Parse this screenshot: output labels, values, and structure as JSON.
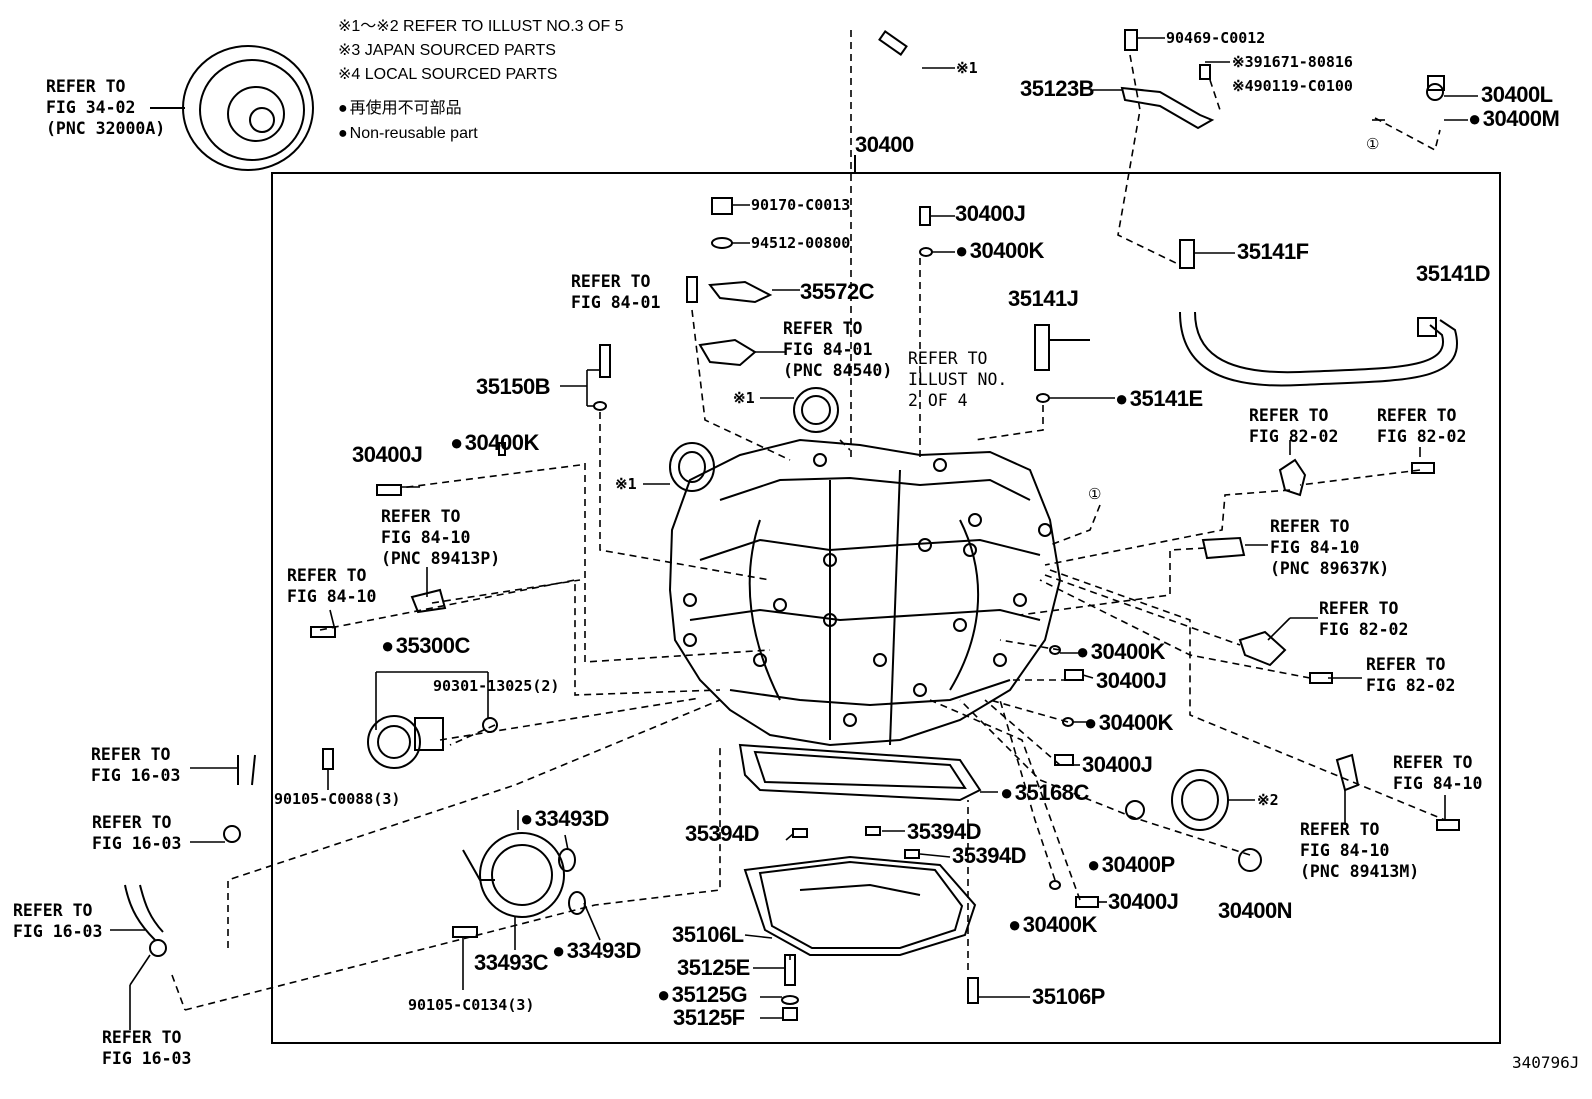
{
  "legend": {
    "line1": "※1～※2 REFER TO ILLUST NO.3 OF 5",
    "line2": "※3 JAPAN SOURCED PARTS",
    "line3": "※4 LOCAL SOURCED PARTS",
    "line4": "再使用不可部品",
    "line5": "Non-reusable part"
  },
  "ref_top_left": "REFER TO\nFIG 34-02\n(PNC 32000A)",
  "ref_84_01_a": "REFER TO\nFIG 84-01",
  "ref_84_01_b": "REFER TO\nFIG 84-01\n(PNC 84540)",
  "ref_illust": "REFER TO\nILLUST NO.\n2 OF 4",
  "ref_84_10_a": "REFER TO\nFIG 84-10\n(PNC 89413P)",
  "ref_84_10_b": "REFER TO\nFIG 84-10",
  "ref_82_02_a": "REFER TO\nFIG 82-02",
  "ref_82_02_b": "REFER TO\nFIG 82-02",
  "ref_84_10_c": "REFER TO\nFIG 84-10\n(PNC 89637K)",
  "ref_82_02_c": "REFER TO\nFIG 82-02",
  "ref_82_02_d": "REFER TO\nFIG 82-02",
  "ref_84_10_d": "REFER TO\nFIG 84-10",
  "ref_84_10_e": "REFER TO\nFIG 84-10\n(PNC 89413M)",
  "ref_16_03_a": "REFER TO\nFIG 16-03",
  "ref_16_03_b": "REFER TO\nFIG 16-03",
  "ref_16_03_c": "REFER TO\nFIG 16-03",
  "ref_16_03_d": "REFER TO\nFIG 16-03",
  "parts": {
    "p30400": "30400",
    "p90469": "90469-C0012",
    "p391671": "※391671-80816",
    "p490119": "※490119-C0100",
    "p35123B": "35123B",
    "p30400L": "30400L",
    "p30400M": "30400M",
    "circ1": "①",
    "circ1b": "①",
    "star1_top": "※1",
    "p90170": "90170-C0013",
    "p94512": "94512-00800",
    "p30400J_top": "30400J",
    "p30400K_top": "30400K",
    "p35141F": "35141F",
    "p35141D": "35141D",
    "p35572C": "35572C",
    "p35141J": "35141J",
    "p35150B": "35150B",
    "star1_a": "※1",
    "star1_b": "※1",
    "p35141E": "35141E",
    "p30400J_l": "30400J",
    "p30400K_l": "30400K",
    "p35300C": "35300C",
    "p90301": "90301-13025(2)",
    "p90105_88": "90105-C0088(3)",
    "p30400K_r1": "30400K",
    "p30400J_r1": "30400J",
    "p30400K_r2": "30400K",
    "p30400J_r2": "30400J",
    "p35168C": "35168C",
    "star2": "※2",
    "p33493D_a": "33493D",
    "p35394D_a": "35394D",
    "p35394D_b": "35394D",
    "p35394D_c": "35394D",
    "p30400P": "30400P",
    "p30400J_r3": "30400J",
    "p30400N": "30400N",
    "p30400K_r3": "30400K",
    "p33493C": "33493C",
    "p33493D_b": "33493D",
    "p35106L": "35106L",
    "p90105_134": "90105-C0134(3)",
    "p35125E": "35125E",
    "p35125G": "35125G",
    "p35125F": "35125F",
    "p35106P": "35106P"
  },
  "footer_code": "340796J"
}
